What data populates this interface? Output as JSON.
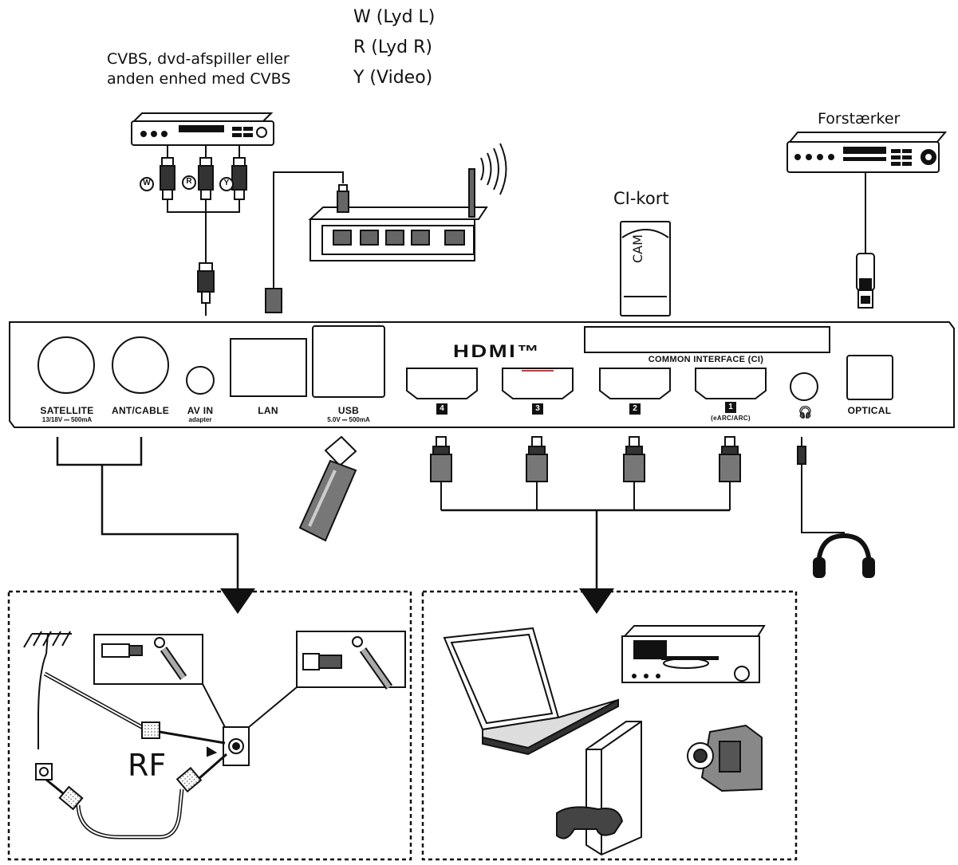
{
  "captions": {
    "cvbs_line1": "CVBS, dvd-afspiller eller",
    "cvbs_line2": "anden enhed med CVBS",
    "w_label": "W (Lyd L)",
    "r_label": "R (Lyd R)",
    "y_label": "Y (Video)",
    "amplifier": "Forstærker",
    "ci_card": "CI-kort",
    "cam": "CAM",
    "rf": "RF"
  },
  "jack_letters": {
    "w": "W",
    "r": "R",
    "y": "Y"
  },
  "panel": {
    "hdmi_logo": "HDMI™",
    "common_interface": "COMMON INTERFACE (CI)",
    "satellite": "SATELLITE",
    "satellite_sub": "13/18V ⎓ 500mA",
    "ant_cable": "ANT/CABLE",
    "av_in": "AV IN",
    "av_in_sub": "adapter",
    "lan": "LAN",
    "usb": "USB",
    "usb_sub": "5.0V ⎓ 500mA",
    "hdmi4": "4",
    "hdmi3": "3",
    "hdmi2": "2",
    "hdmi1": "1",
    "hdmi1_sub": "(eARC/ARC)",
    "headphone_symbol": "headphone-icon",
    "optical": "OPTICAL"
  },
  "colors": {
    "line": "#111111",
    "hdmi3_accent": "#d0343a",
    "paper": "#ffffff"
  }
}
